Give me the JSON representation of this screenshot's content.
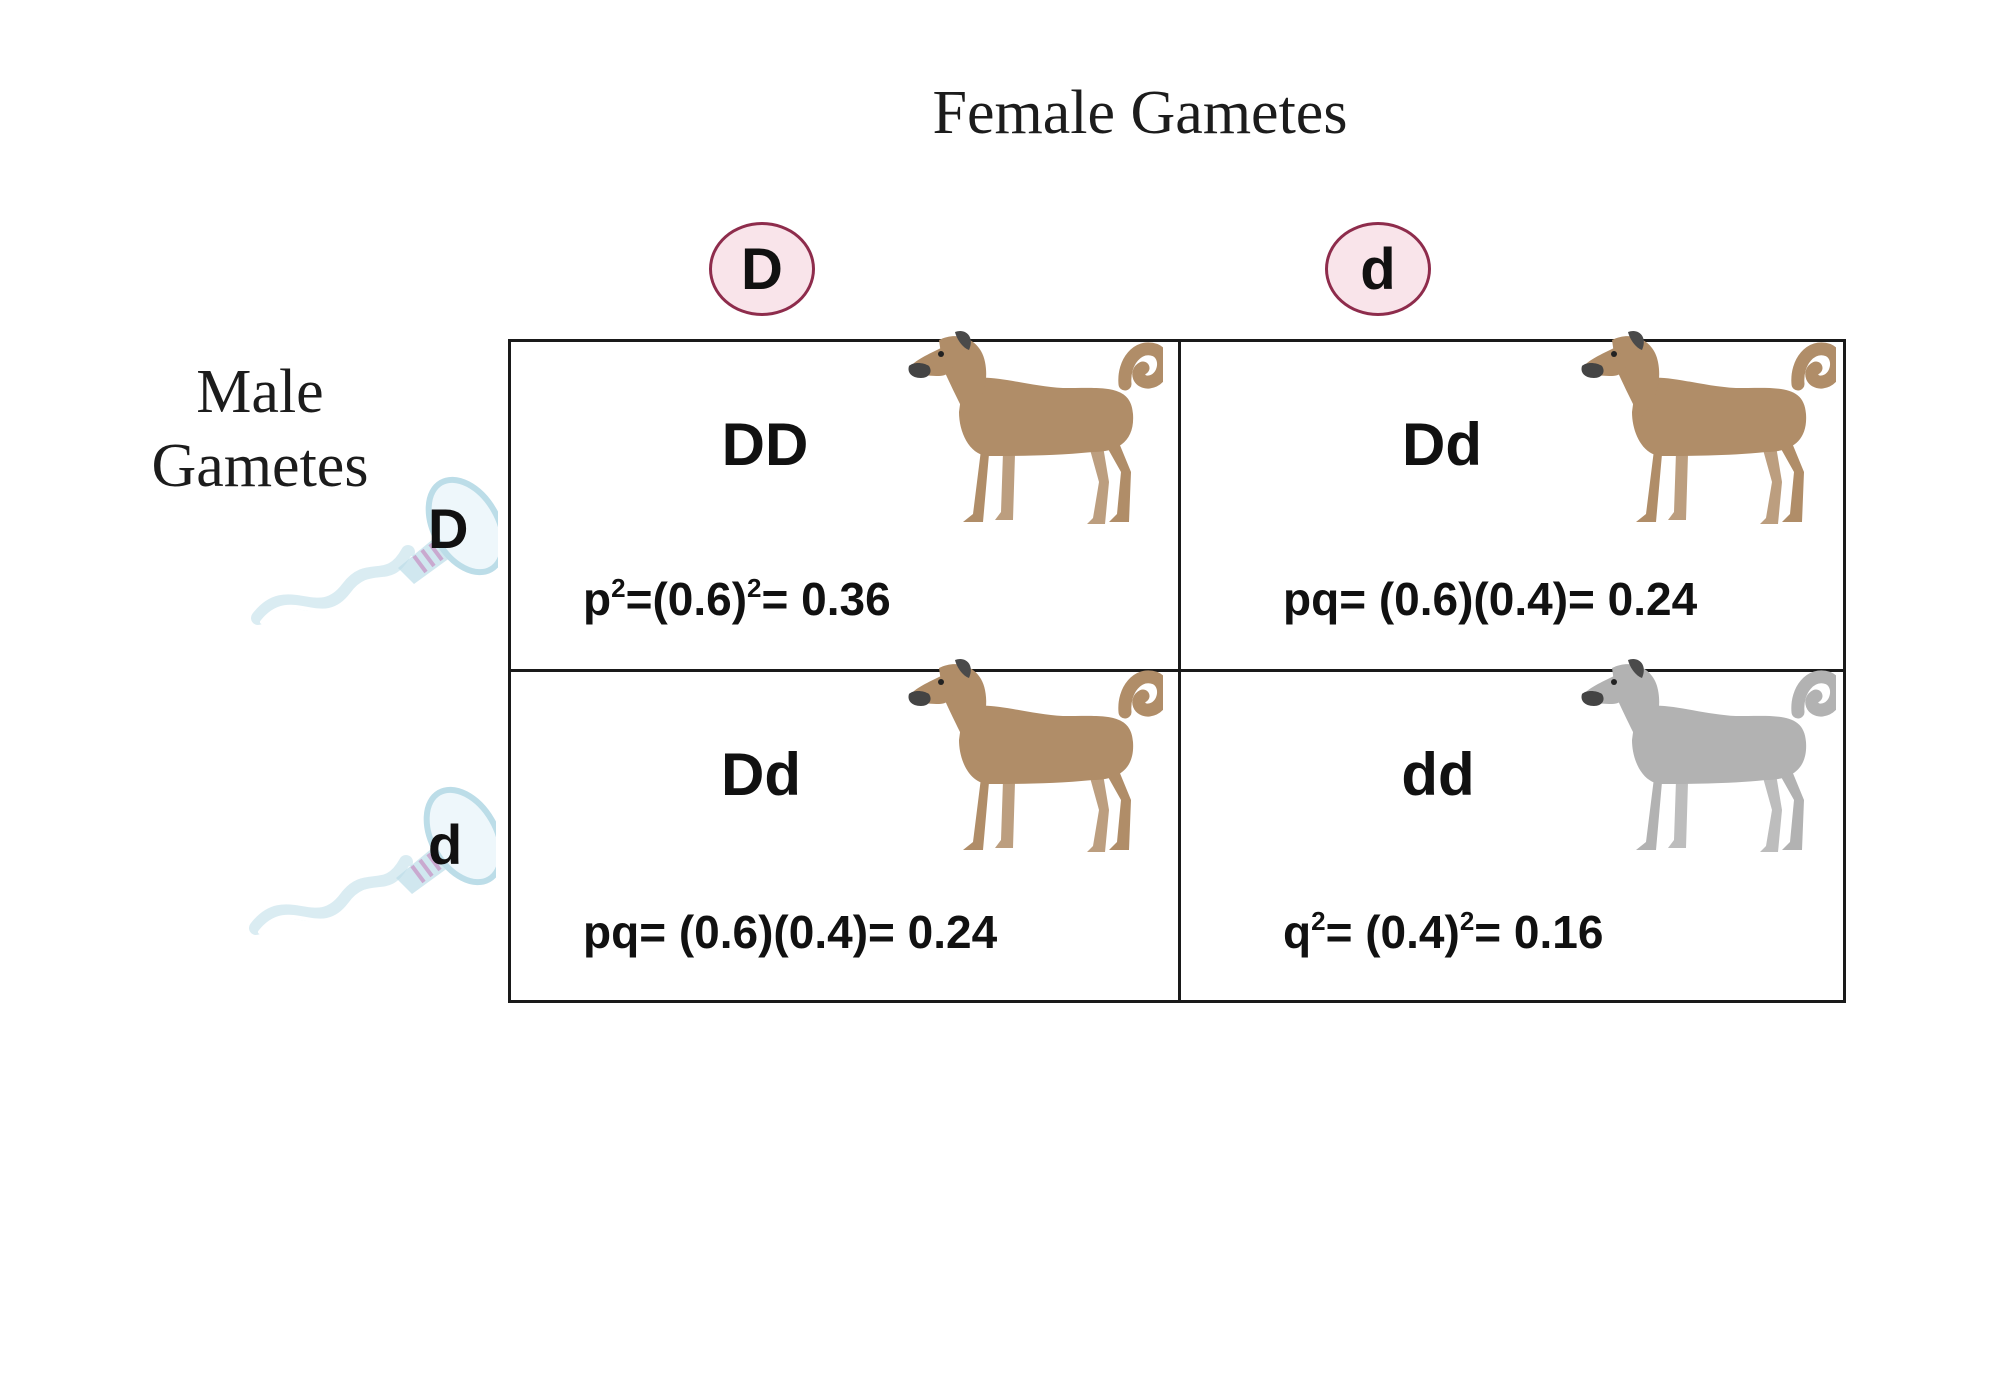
{
  "titles": {
    "female": "Female Gametes",
    "male_line1": "Male",
    "male_line2": "Gametes"
  },
  "female_alleles": [
    "D",
    "d"
  ],
  "male_alleles": [
    "D",
    "d"
  ],
  "cells": [
    {
      "genotype": "DD",
      "formula": {
        "a": "p",
        "b": "2",
        "c": "=(0.6)",
        "d": "2",
        "e": "= 0.36"
      },
      "dog": "tan-dog-icon"
    },
    {
      "genotype": "Dd",
      "formula": {
        "a": "pq= (0.6)(0.4)= 0.24"
      },
      "dog": "tan-dog-icon"
    },
    {
      "genotype": "Dd",
      "formula": {
        "a": "pq= (0.6)(0.4)= 0.24"
      },
      "dog": "tan-dog-icon"
    },
    {
      "genotype": "dd",
      "formula": {
        "a": "q",
        "b": "2",
        "c": "= (0.4)",
        "d": "2",
        "e": "= 0.16"
      },
      "dog": "gray-dog-icon"
    }
  ],
  "colors": {
    "oval_fill": "#f9e4ea",
    "oval_border": "#8e2c4c",
    "tan_dog": "#b08d68",
    "gray_dog": "#b2b2b2",
    "sperm": "#bcdde8"
  }
}
